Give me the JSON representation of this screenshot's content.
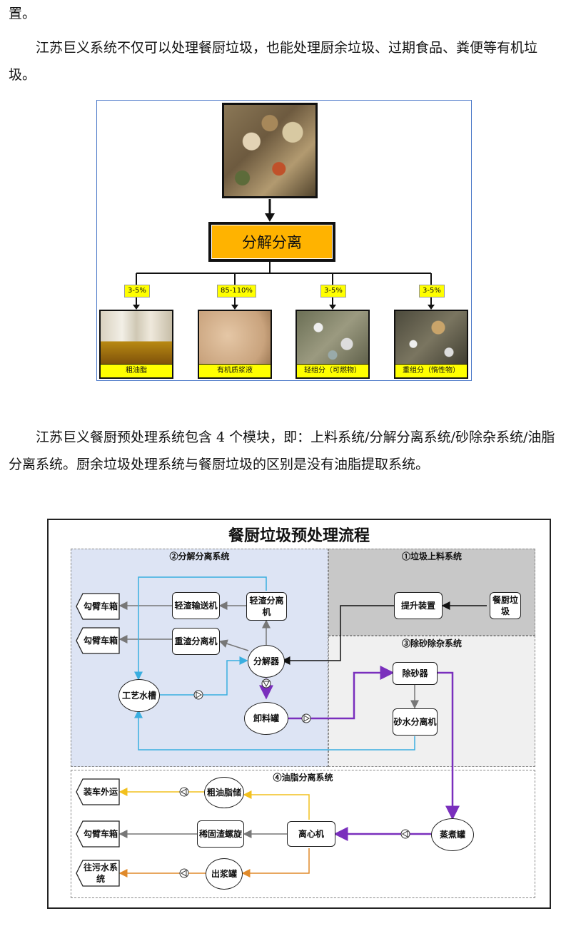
{
  "text": {
    "line0": "置。",
    "para1": "江苏巨义系统不仅可以处理餐厨垃圾，也能处理厨余垃圾、过期食品、粪便等有机垃圾。",
    "para2": "江苏巨义餐厨预处理系统包含 4 个模块，即：上料系统/分解分离系统/砂除杂系统/油脂分离系统。厨余垃圾处理系统与餐厨垃圾的区别是没有油脂提取系统。"
  },
  "figure1": {
    "center": "分解分离",
    "percents": [
      "3-5%",
      "85-110%",
      "3-5%",
      "3-5%"
    ],
    "products": [
      "粗油脂",
      "有机质浆液",
      "轻组分（可燃物）",
      "重组分（惰性物）"
    ]
  },
  "figure2": {
    "title": "餐厨垃圾预处理流程",
    "zones": {
      "z2": "②分解分离系统",
      "z1": "①垃圾上料系统",
      "z3": "③除砂除杂系统",
      "z4": "④油脂分离系统"
    },
    "nodes": {
      "hook1": "勾臂车箱",
      "hook2": "勾臂车箱",
      "light_conv": "轻渣输送机",
      "light_sep": "轻渣分离机",
      "heavy_sep": "重渣分离机",
      "decomposer": "分解器",
      "tank": "工艺水槽",
      "unload": "卸料罐",
      "lift": "提升装置",
      "kitchen": "餐厨垃圾",
      "desander": "除砂器",
      "sandwater": "砂水分离机",
      "truck": "装车外运",
      "crude_oil": "粗油脂储",
      "centrifuge": "离心机",
      "steam": "蒸煮罐",
      "hook3": "勾臂车箱",
      "solid_screw": "稀固渣螺旋",
      "sewage": "往污水系统",
      "slurry": "出浆罐"
    }
  },
  "colors": {
    "zone_blue": "#dde4f4",
    "zone_gray": "#c8c8c8",
    "zone_light": "#f0f0f0",
    "flow_blue": "#3aaee0",
    "flow_purple": "#7a2fbd",
    "flow_yellow": "#f2c01e",
    "flow_orange": "#e08a2a",
    "flow_gray": "#777777",
    "accent_orange": "#ffb300",
    "label_yellow": "#ffff00"
  }
}
